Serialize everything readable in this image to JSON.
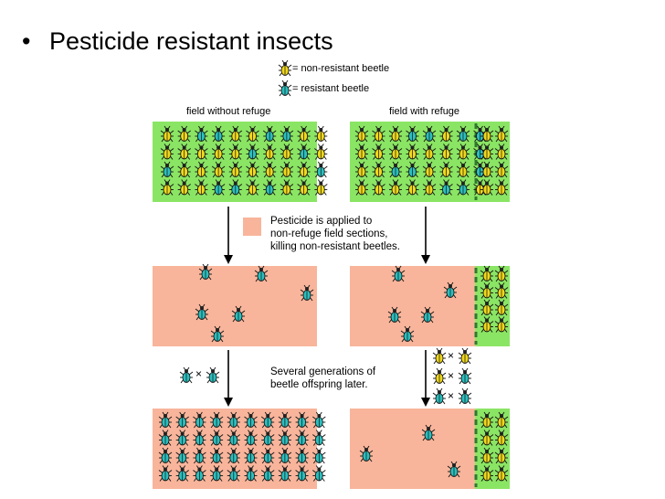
{
  "slide": {
    "title": "Pesticide resistant insects"
  },
  "legend": {
    "non_resistant": "= non-resistant beetle",
    "resistant": "= resistant beetle"
  },
  "columns": {
    "left": "field without refuge",
    "right": "field with refuge"
  },
  "notes": {
    "pesticide": [
      "Pesticide is applied to",
      "non-refuge field sections,",
      "killing non-resistant beetles."
    ],
    "generations": [
      "Several generations of",
      "beetle offspring later."
    ]
  },
  "cross_symbol": "×",
  "colors": {
    "field_green": "#8be564",
    "pesticide_pink": "#f8b59b",
    "beetle_yellow": "#f1d81c",
    "beetle_teal": "#2bbfbf"
  }
}
